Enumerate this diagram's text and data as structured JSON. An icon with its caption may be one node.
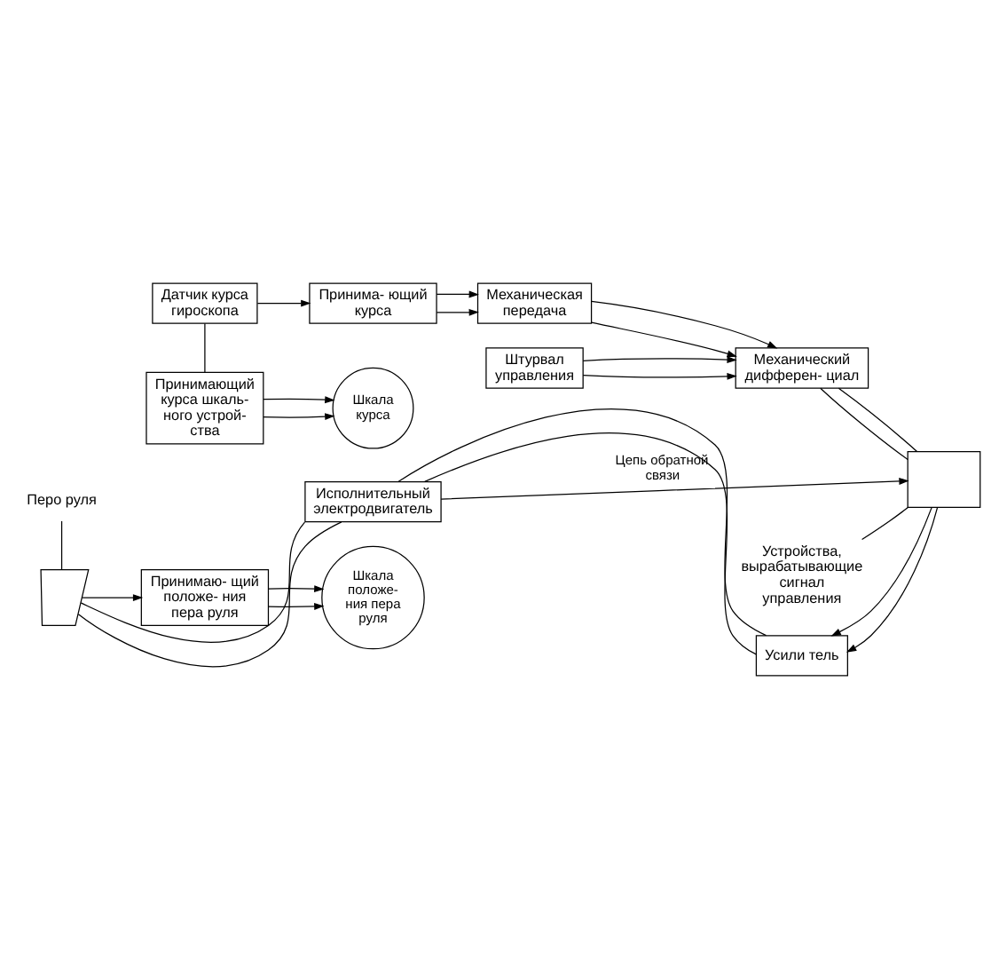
{
  "diagram": {
    "nodes": [
      {
        "text": [
          "Датчик курса гироскопа"
        ]
      },
      {
        "text": [
          "Принима- ющий курса"
        ]
      },
      {
        "text": [
          "Механическая передача"
        ]
      },
      {
        "text": [
          "Механический дифферен- циал"
        ]
      },
      {
        "text": [
          "Штурвал управления"
        ]
      },
      {
        "text": [
          "Принимающий курса шкаль- ного устрой- ства"
        ]
      },
      {
        "text": [
          "Шкала курса"
        ]
      },
      {
        "text": [
          "Шкала положе- ния пера руля"
        ]
      },
      {
        "text": [
          "Принимаю- щий положе- ния пера руля"
        ]
      },
      {
        "text": [
          "Устройства, вырабатывающие сигнал управления"
        ]
      },
      {
        "text": [],
        "shape": "box"
      },
      {
        "text": [
          "Перо руля"
        ]
      },
      {
        "text": [],
        "shape": "picture"
      },
      {
        "text": [
          "Исполнительный электродвигатель"
        ]
      },
      {
        "text": [
          "Усили тель"
        ]
      }
    ],
    "edges": [
      {
        "from": 0,
        "to": 1,
        "arrow": "to"
      },
      {
        "from": 0,
        "to": 5,
        "arrow": "none"
      },
      {
        "from": 1,
        "to": 2,
        "arrow": "to"
      },
      {
        "from": 1,
        "to": 2,
        "arrow": "to"
      },
      {
        "from": 2,
        "to": 3,
        "arrow": "to"
      },
      {
        "from": 2,
        "to": 3,
        "arrow": "to"
      },
      {
        "from": 4,
        "to": 3,
        "arrow": "to"
      },
      {
        "from": 4,
        "to": 3,
        "arrow": "to"
      },
      {
        "from": 5,
        "to": 6,
        "arrow": "to"
      },
      {
        "from": 5,
        "to": 6,
        "arrow": "to"
      },
      {
        "from": 8,
        "to": 7,
        "arrow": "to"
      },
      {
        "from": 8,
        "to": 7,
        "arrow": "to"
      },
      {
        "from": 3,
        "to": 10,
        "arrow": "none"
      },
      {
        "from": 3,
        "to": 10,
        "arrow": "none"
      },
      {
        "from": 10,
        "to": 14,
        "arrow": "to"
      },
      {
        "from": 10,
        "to": 14,
        "arrow": "to"
      },
      {
        "from": 14,
        "to": 13,
        "arrow": "none"
      },
      {
        "from": 14,
        "to": 13,
        "arrow": "none"
      },
      {
        "from": 13,
        "to": 12,
        "arrow": "none"
      },
      {
        "from": 13,
        "to": 12,
        "arrow": "none"
      },
      {
        "from": 12,
        "to": 8,
        "arrow": "to"
      },
      {
        "from": 13,
        "to": 10,
        "arrow": "to",
        "label": "Цепь обратной связи"
      },
      {
        "from": 9,
        "to": 10,
        "arrow": "none"
      },
      {
        "from": 11,
        "to": 12,
        "arrow": "none"
      }
    ]
  }
}
